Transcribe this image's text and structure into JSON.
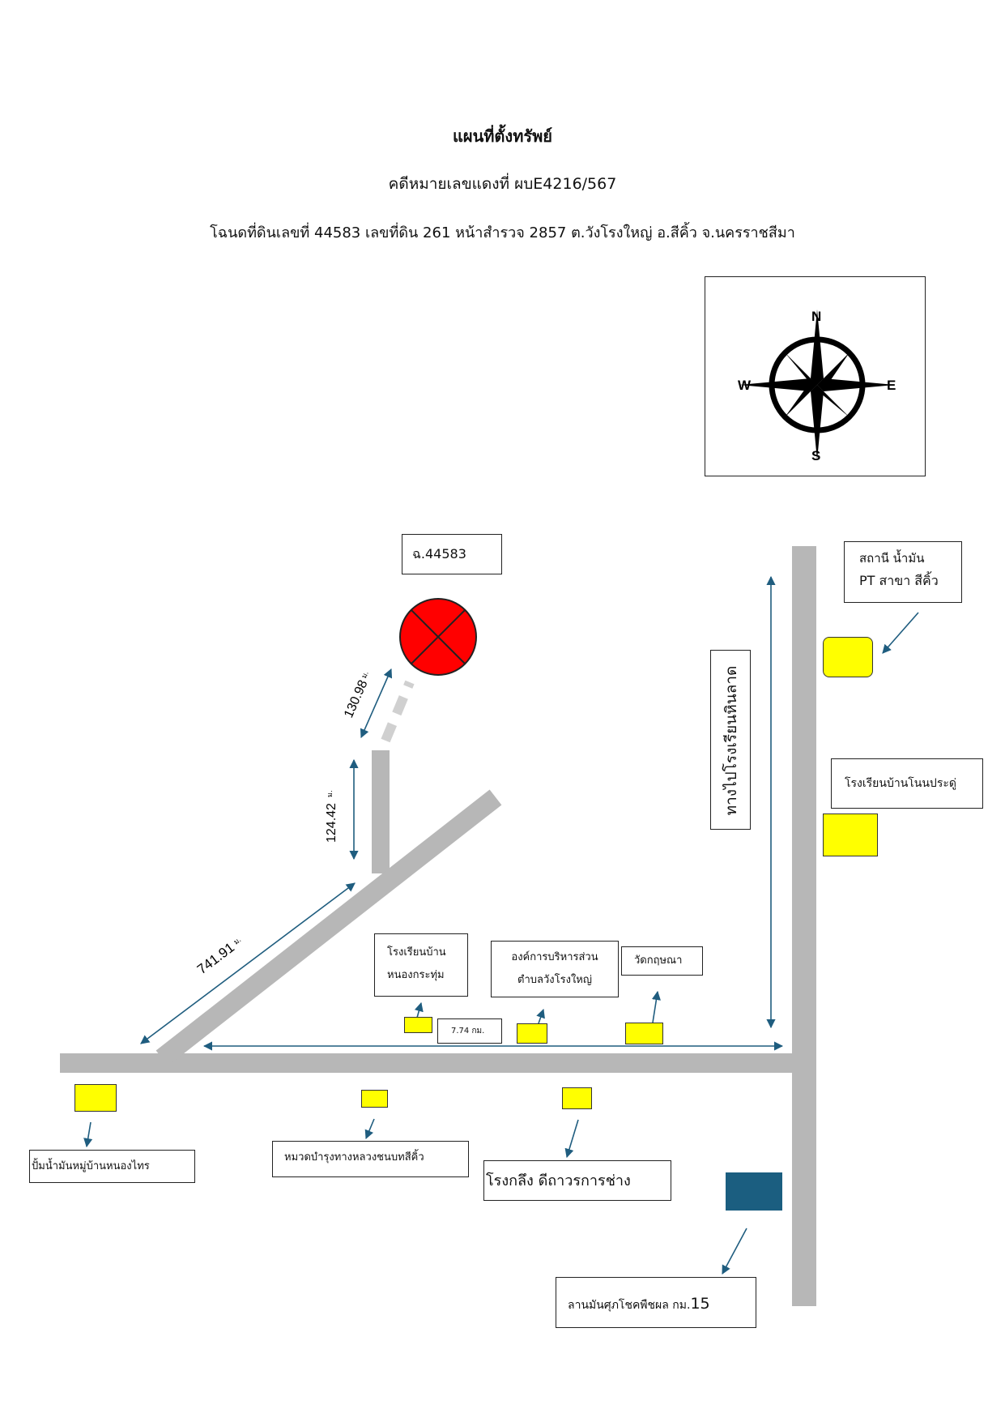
{
  "header": {
    "title": "แผนที่ตั้งทรัพย์",
    "case_no": "คดีหมายเลขแดงที่ ผบE4216/567",
    "deed_info": "โฉนดที่ดินเลขที่ 44583 เลขที่ดิน 261 หน้าสำรวจ 2857 ต.วังโรงใหญ่ อ.สีคิ้ว จ.นครราชสีมา"
  },
  "compass": {
    "n": "N",
    "s": "S",
    "e": "E",
    "w": "W"
  },
  "property": {
    "label": "ฉ.44583",
    "marker_color": "#ff0000"
  },
  "distances": {
    "d1": "130.98",
    "d1_unit": "ม.",
    "d2": "124.42",
    "d2_unit": "ม.",
    "d3": "741.91",
    "d3_unit": "ม.",
    "d4": "7.74 กม."
  },
  "road_label": "ทางไปโรงเรียนหินลาด",
  "landmarks": {
    "pt_station_1": "สถานี น้ำมัน",
    "pt_station_2": "PT สาขา สีคิ้ว",
    "school_nonpradu": "โรงเรียนบ้านโนนประดู่",
    "school_nongkrathum_1": "โรงเรียนบ้าน",
    "school_nongkrathum_2": "หนองกระทุ่ม",
    "sao_1": "องค์การบริหารส่วน",
    "sao_2": "ตำบลวังโรงใหญ่",
    "temple": "วัดกฤษณา",
    "gas_nongthai": "ปั้มน้ำมันหมู่บ้านหนองไทร",
    "highway_unit": "หมวดบำรุงทางหลวงชนบทสีคิ้ว",
    "mill": "โรงกลึง ดีถาวรการช่าง",
    "cassava_yard_1": "ลานมันศุภโชคพืชผล กม.",
    "cassava_yard_2": "15"
  },
  "colors": {
    "road": "#b7b7b7",
    "landmark": "#ffff00",
    "arrow": "#1f5d7f",
    "cassava_marker": "#1b5e80"
  }
}
